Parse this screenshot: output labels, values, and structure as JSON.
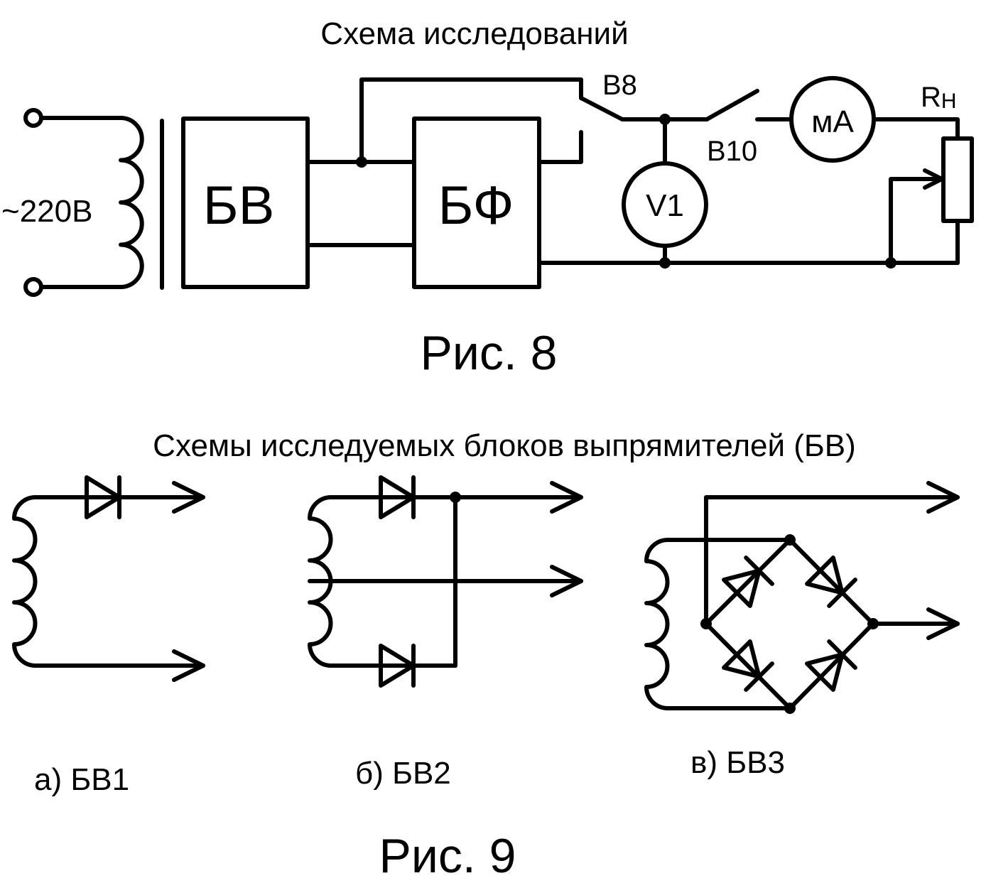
{
  "fig8": {
    "title": "Схема исследований",
    "caption": "Рис. 8",
    "voltage": "~220В",
    "block_rect": "БВ",
    "block_filter": "БФ",
    "switch1": "В8",
    "switch2": "В10",
    "voltmeter": "V1",
    "ammeter": "мА",
    "load_main": "R",
    "load_sub": "Н"
  },
  "fig9": {
    "title": "Схемы исследуемых блоков выпрямителей (БВ)",
    "caption": "Рис. 9",
    "label_a": "а) БВ1",
    "label_b": "б) БВ2",
    "label_c": "в) БВ3"
  }
}
